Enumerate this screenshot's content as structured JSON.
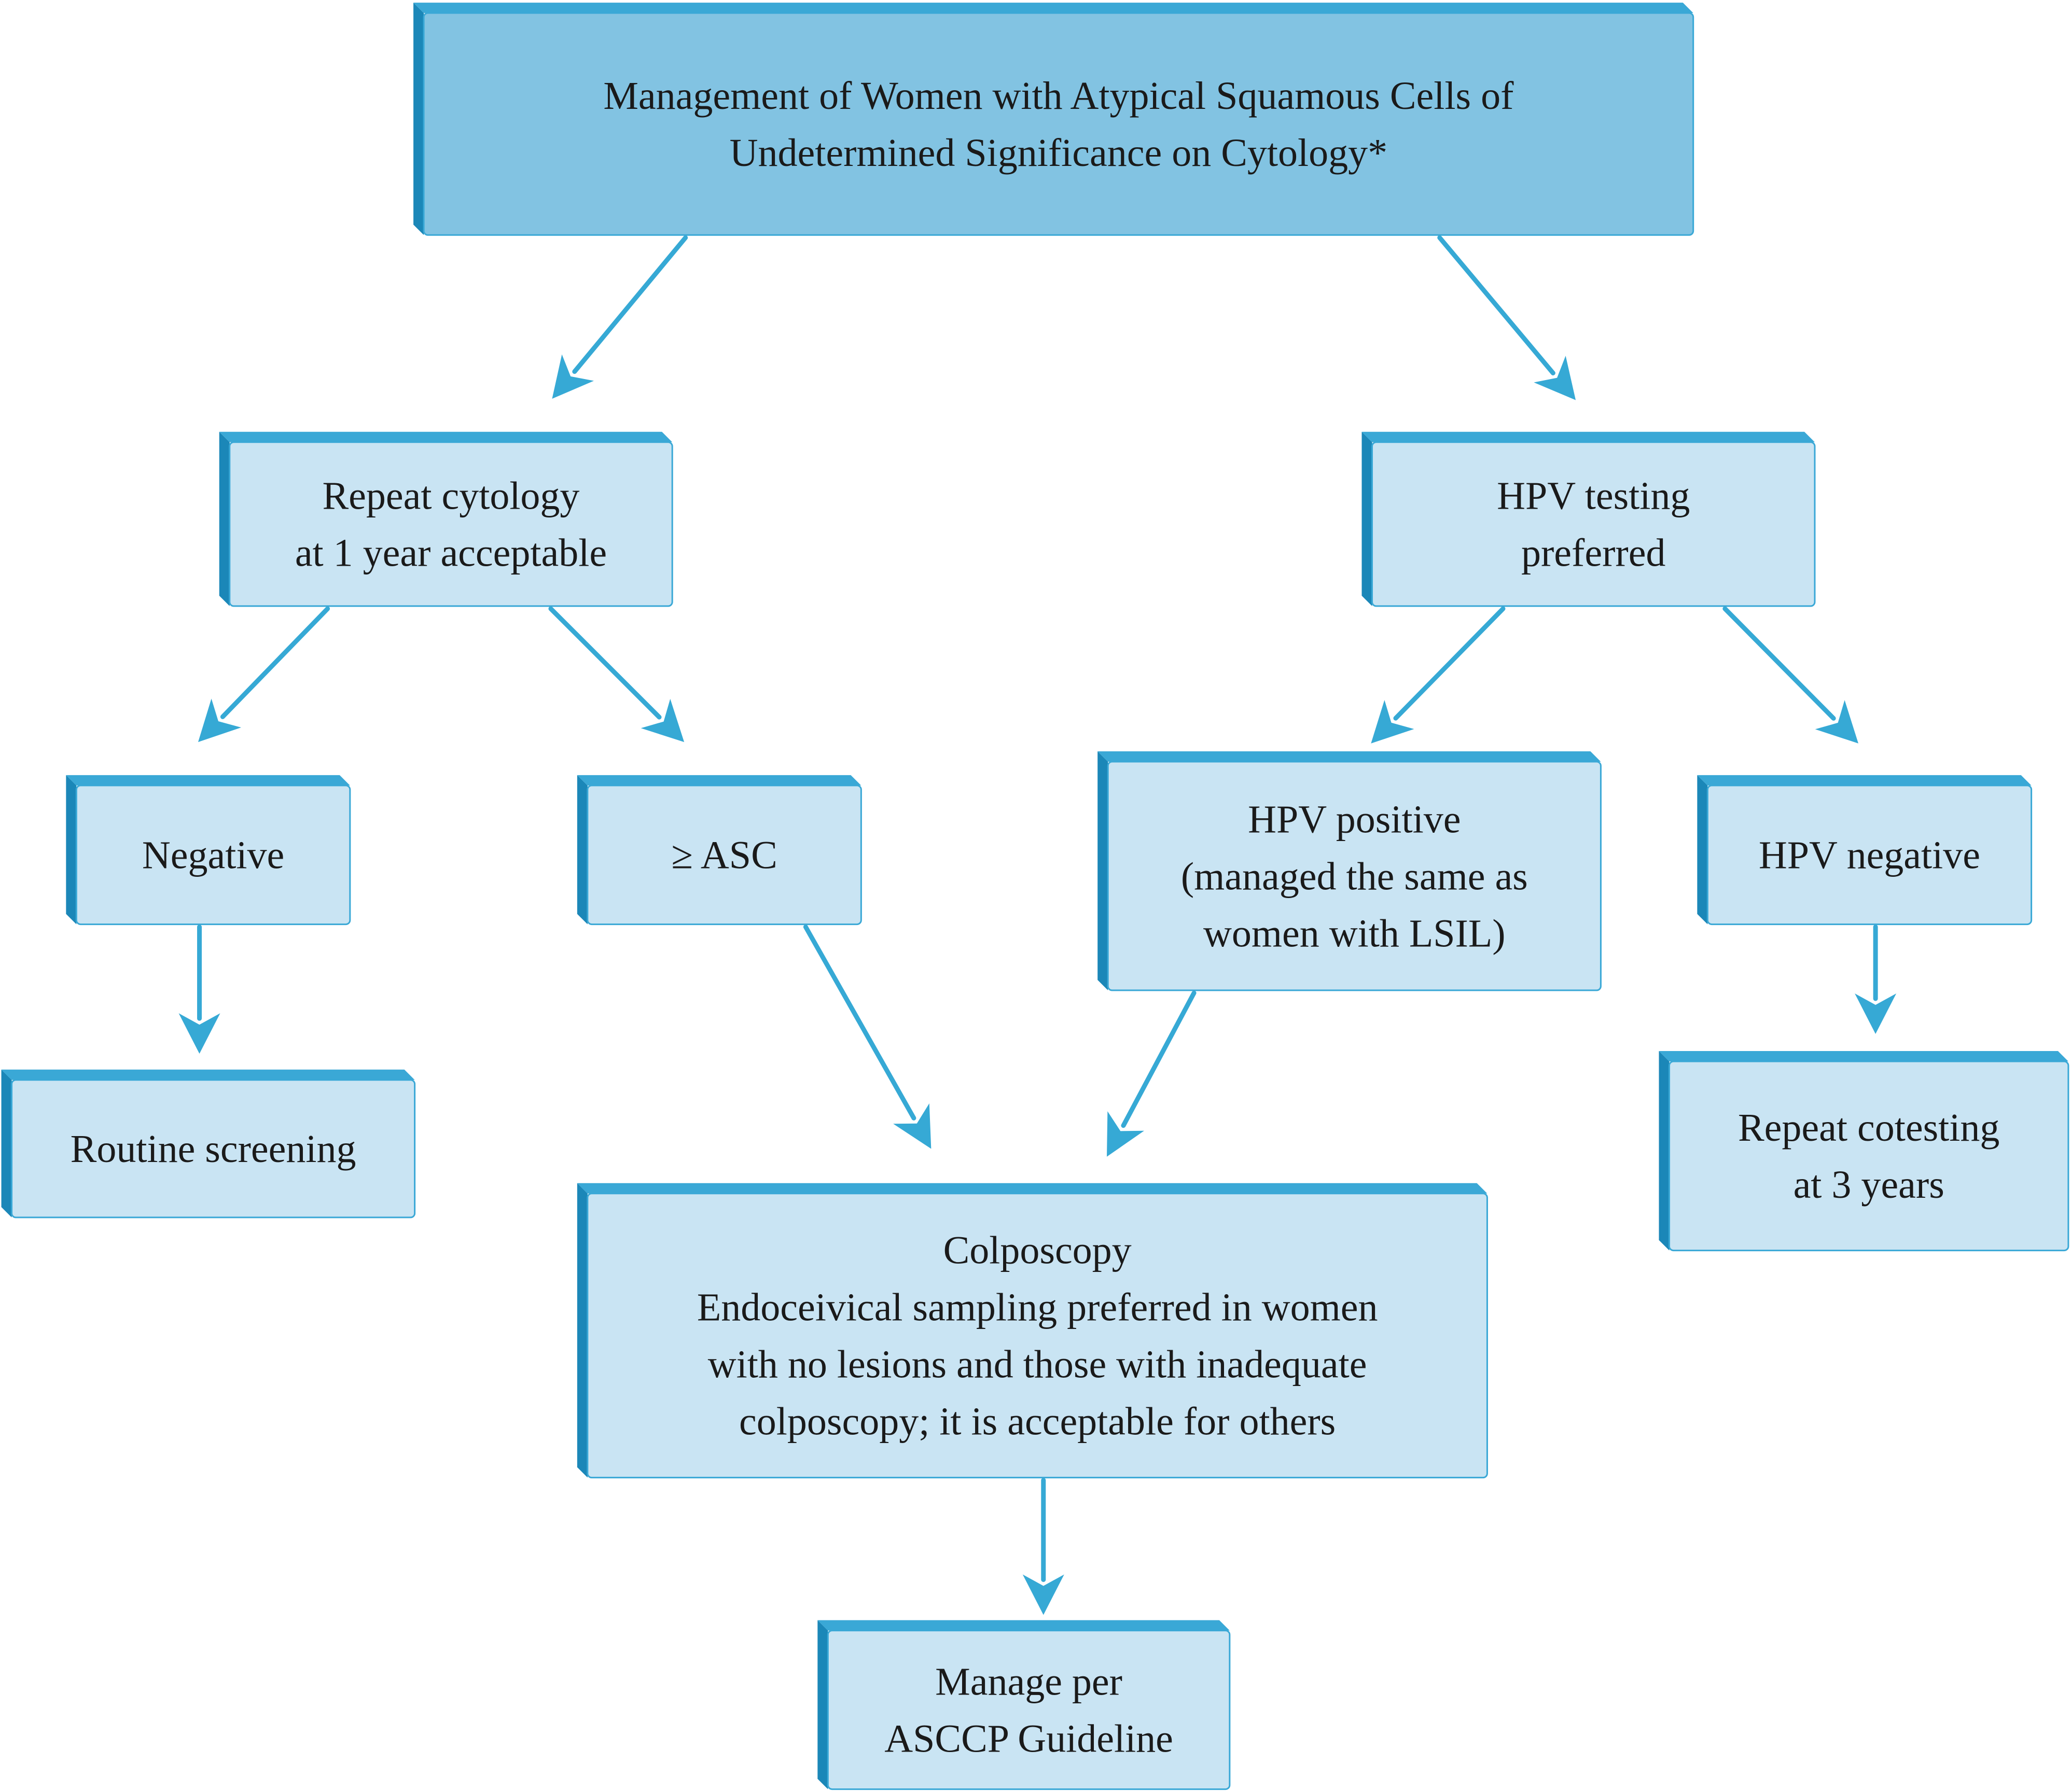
{
  "colors": {
    "title_fill": "#82c3e2",
    "box_fill": "#c9e4f3",
    "bevel_dark": "#1b87b8",
    "bevel_light": "#3aa8d6",
    "border": "#3aa8d6",
    "arrow": "#36a9d5",
    "text": "#1a1a1a"
  },
  "nodes": [
    {
      "id": "title",
      "lines": [
        "Management of Women with Atypical Squamous Cells of",
        "Undetermined Significance on Cytology*"
      ]
    },
    {
      "id": "repeat-cytology",
      "lines": [
        "Repeat cytology",
        "at 1 year acceptable"
      ]
    },
    {
      "id": "hpv-testing",
      "lines": [
        "HPV testing",
        "preferred"
      ]
    },
    {
      "id": "negative",
      "lines": [
        "Negative"
      ]
    },
    {
      "id": "asc",
      "lines": [
        "≥ ASC"
      ]
    },
    {
      "id": "hpv-positive",
      "lines": [
        "HPV positive",
        "(managed the same as",
        "women with LSIL)"
      ]
    },
    {
      "id": "hpv-negative",
      "lines": [
        "HPV negative"
      ]
    },
    {
      "id": "routine-screening",
      "lines": [
        "Routine screening"
      ]
    },
    {
      "id": "repeat-cotesting",
      "lines": [
        "Repeat cotesting",
        "at 3 years"
      ]
    },
    {
      "id": "colposcopy",
      "lines": [
        "Colposcopy",
        "Endoceivical sampling preferred in women",
        "with no lesions and those with inadequate",
        "colposcopy; it is acceptable for others"
      ]
    },
    {
      "id": "manage-asccp",
      "lines": [
        "Manage per",
        "ASCCP Guideline"
      ]
    }
  ],
  "edges": [
    {
      "from": "title",
      "to": "repeat-cytology"
    },
    {
      "from": "title",
      "to": "hpv-testing"
    },
    {
      "from": "repeat-cytology",
      "to": "negative"
    },
    {
      "from": "repeat-cytology",
      "to": "asc"
    },
    {
      "from": "hpv-testing",
      "to": "hpv-positive"
    },
    {
      "from": "hpv-testing",
      "to": "hpv-negative"
    },
    {
      "from": "negative",
      "to": "routine-screening"
    },
    {
      "from": "asc",
      "to": "colposcopy"
    },
    {
      "from": "hpv-positive",
      "to": "colposcopy"
    },
    {
      "from": "hpv-negative",
      "to": "repeat-cotesting"
    },
    {
      "from": "colposcopy",
      "to": "manage-asccp"
    }
  ]
}
